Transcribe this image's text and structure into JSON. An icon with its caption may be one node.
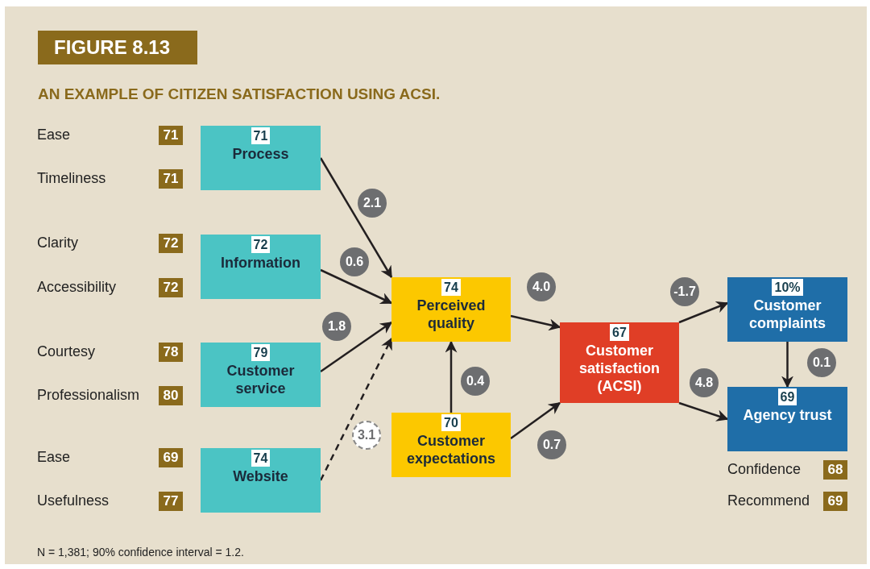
{
  "diagram": {
    "title": "AN EXAMPLE OF CITIZEN SATISFACTION USING ACSI.",
    "caption": "N = 1,381; 90% confidence interval = 1.2.",
    "nodes": [
      {
        "text": [
          "71"
        ]
      },
      {
        "text": [
          "71",
          "Process"
        ]
      },
      {
        "text": [
          "71"
        ]
      },
      {
        "text": [
          "72"
        ]
      },
      {
        "text": [
          "72",
          "Information"
        ]
      },
      {
        "text": [
          "72"
        ]
      },
      {
        "text": [
          "78"
        ]
      },
      {
        "text": [
          "79",
          "Customer service"
        ]
      },
      {
        "text": [
          "80"
        ]
      },
      {
        "text": [
          "69"
        ]
      },
      {
        "text": [
          "74",
          "Website"
        ]
      },
      {
        "text": [
          "77"
        ]
      },
      {
        "text": [
          "74",
          "Perceived quality"
        ]
      },
      {
        "text": [
          "70",
          "Customer expectations"
        ]
      },
      {
        "text": [
          "67",
          "Customer satisfaction (ACSI)"
        ]
      },
      {
        "text": [
          "10%",
          "Customer complaints"
        ]
      },
      {
        "text": [
          "69",
          "Agency trust"
        ]
      },
      {
        "text": [
          "68"
        ]
      },
      {
        "text": [
          "69"
        ]
      }
    ],
    "edges": [
      {
        "from": 1,
        "to": 12,
        "arrow": "to",
        "label": "2.1"
      },
      {
        "from": 4,
        "to": 12,
        "arrow": "to",
        "label": "0.6"
      },
      {
        "from": 7,
        "to": 12,
        "arrow": "to",
        "label": "1.8"
      },
      {
        "from": 10,
        "to": 12,
        "arrow": "to",
        "label": "3.1",
        "style": "dashed"
      },
      {
        "from": 13,
        "to": 12,
        "arrow": "to",
        "label": "0.4"
      },
      {
        "from": 12,
        "to": 14,
        "arrow": "to",
        "label": "4.0"
      },
      {
        "from": 13,
        "to": 14,
        "arrow": "to",
        "label": "0.7"
      },
      {
        "from": 14,
        "to": 15,
        "arrow": "to",
        "label": "-1.7"
      },
      {
        "from": 14,
        "to": 16,
        "arrow": "to",
        "label": "4.8"
      },
      {
        "from": 15,
        "to": 16,
        "arrow": "to",
        "label": "0.1"
      }
    ],
    "labels": [
      "FIGURE 8.13",
      "Ease",
      "Timeliness",
      "Clarity",
      "Accessibility",
      "Courtesy",
      "Professionalism",
      "Ease",
      "Usefulness",
      "Confidence",
      "Recommend"
    ]
  }
}
